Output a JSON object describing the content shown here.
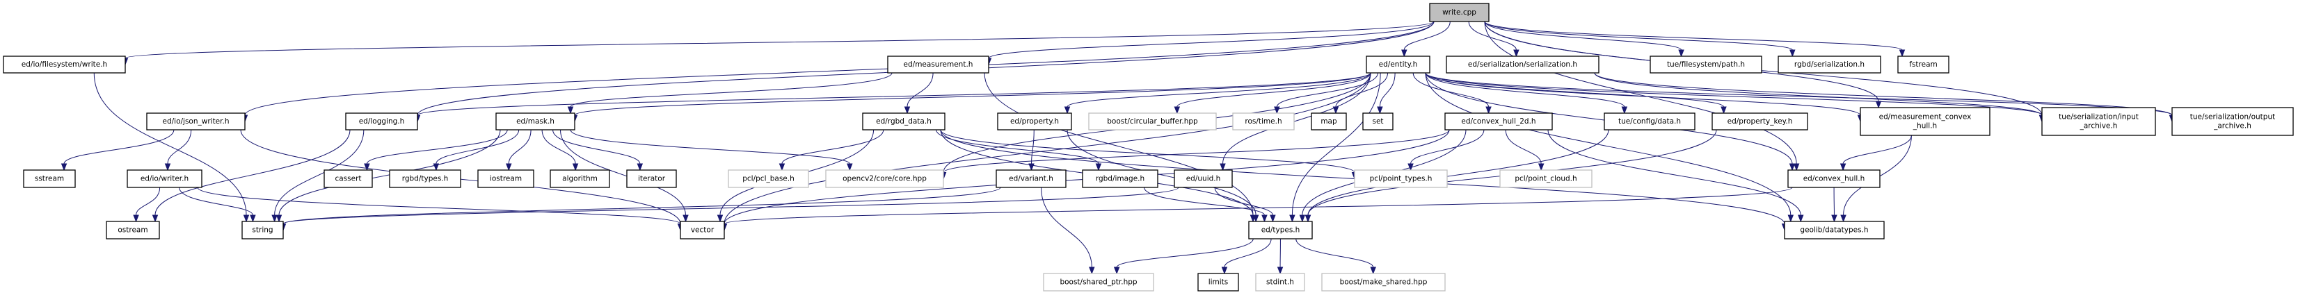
{
  "title": "write.cpp include dependency graph",
  "colors": {
    "edge": "#191970",
    "root_fill": "#bfbfbf",
    "local_border": "#000000",
    "external_border": "#bfbfbf"
  },
  "nodes": [
    {
      "id": "write_cpp",
      "label": "write.cpp",
      "kind": "root"
    },
    {
      "id": "fs_write",
      "label": "ed/io/filesystem/write.h",
      "kind": "local"
    },
    {
      "id": "measurement",
      "label": "ed/measurement.h",
      "kind": "local"
    },
    {
      "id": "entity",
      "label": "ed/entity.h",
      "kind": "local"
    },
    {
      "id": "ser_ser",
      "label": "ed/serialization/serialization.h",
      "kind": "local"
    },
    {
      "id": "tue_path",
      "label": "tue/filesystem/path.h",
      "kind": "local"
    },
    {
      "id": "rgbd_ser",
      "label": "rgbd/serialization.h",
      "kind": "local"
    },
    {
      "id": "fstream",
      "label": "fstream",
      "kind": "local"
    },
    {
      "id": "json_writer",
      "label": "ed/io/json_writer.h",
      "kind": "local"
    },
    {
      "id": "logging",
      "label": "ed/logging.h",
      "kind": "local"
    },
    {
      "id": "mask",
      "label": "ed/mask.h",
      "kind": "local"
    },
    {
      "id": "rgbd_data",
      "label": "ed/rgbd_data.h",
      "kind": "local"
    },
    {
      "id": "property",
      "label": "ed/property.h",
      "kind": "local"
    },
    {
      "id": "circ_buf",
      "label": "boost/circular_buffer.hpp",
      "kind": "external"
    },
    {
      "id": "ros_time",
      "label": "ros/time.h",
      "kind": "external"
    },
    {
      "id": "map",
      "label": "map",
      "kind": "local"
    },
    {
      "id": "set",
      "label": "set",
      "kind": "local"
    },
    {
      "id": "ch2d",
      "label": "ed/convex_hull_2d.h",
      "kind": "local"
    },
    {
      "id": "tue_config",
      "label": "tue/config/data.h",
      "kind": "local"
    },
    {
      "id": "prop_key",
      "label": "ed/property_key.h",
      "kind": "local"
    },
    {
      "id": "meas_ch",
      "label": "ed/measurement_convex\n_hull.h",
      "kind": "local"
    },
    {
      "id": "in_arch",
      "label": "tue/serialization/input\n_archive.h",
      "kind": "local"
    },
    {
      "id": "out_arch",
      "label": "tue/serialization/output\n_archive.h",
      "kind": "local"
    },
    {
      "id": "sstream",
      "label": "sstream",
      "kind": "local"
    },
    {
      "id": "io_writer",
      "label": "ed/io/writer.h",
      "kind": "local"
    },
    {
      "id": "cassert",
      "label": "cassert",
      "kind": "local"
    },
    {
      "id": "rgbd_types",
      "label": "rgbd/types.h",
      "kind": "local"
    },
    {
      "id": "iostream",
      "label": "iostream",
      "kind": "local"
    },
    {
      "id": "algorithm",
      "label": "algorithm",
      "kind": "local"
    },
    {
      "id": "iterator",
      "label": "iterator",
      "kind": "local"
    },
    {
      "id": "pcl_base",
      "label": "pcl/pcl_base.h",
      "kind": "external"
    },
    {
      "id": "opencv",
      "label": "opencv2/core/core.hpp",
      "kind": "external"
    },
    {
      "id": "variant",
      "label": "ed/variant.h",
      "kind": "local"
    },
    {
      "id": "rgbd_image",
      "label": "rgbd/image.h",
      "kind": "local"
    },
    {
      "id": "uuid",
      "label": "ed/uuid.h",
      "kind": "local"
    },
    {
      "id": "pcl_pt",
      "label": "pcl/point_types.h",
      "kind": "external"
    },
    {
      "id": "pcl_pc",
      "label": "pcl/point_cloud.h",
      "kind": "external"
    },
    {
      "id": "convex_hull",
      "label": "ed/convex_hull.h",
      "kind": "local"
    },
    {
      "id": "ostream",
      "label": "ostream",
      "kind": "local"
    },
    {
      "id": "string",
      "label": "string",
      "kind": "local"
    },
    {
      "id": "vector",
      "label": "vector",
      "kind": "local"
    },
    {
      "id": "types",
      "label": "ed/types.h",
      "kind": "local"
    },
    {
      "id": "geolib",
      "label": "geolib/datatypes.h",
      "kind": "local"
    },
    {
      "id": "shared_ptr",
      "label": "boost/shared_ptr.hpp",
      "kind": "external"
    },
    {
      "id": "limits",
      "label": "limits",
      "kind": "local"
    },
    {
      "id": "stdint",
      "label": "stdint.h",
      "kind": "external"
    },
    {
      "id": "make_shared",
      "label": "boost/make_shared.hpp",
      "kind": "external"
    }
  ],
  "edges": [
    [
      "write_cpp",
      "fs_write"
    ],
    [
      "write_cpp",
      "json_writer"
    ],
    [
      "write_cpp",
      "logging"
    ],
    [
      "write_cpp",
      "measurement"
    ],
    [
      "write_cpp",
      "entity"
    ],
    [
      "write_cpp",
      "ser_ser"
    ],
    [
      "write_cpp",
      "tue_path"
    ],
    [
      "write_cpp",
      "rgbd_ser"
    ],
    [
      "write_cpp",
      "fstream"
    ],
    [
      "write_cpp",
      "convex_hull"
    ],
    [
      "write_cpp",
      "meas_ch"
    ],
    [
      "write_cpp",
      "in_arch"
    ],
    [
      "fs_write",
      "string"
    ],
    [
      "json_writer",
      "sstream"
    ],
    [
      "json_writer",
      "io_writer"
    ],
    [
      "json_writer",
      "vector"
    ],
    [
      "io_writer",
      "ostream"
    ],
    [
      "io_writer",
      "string"
    ],
    [
      "io_writer",
      "vector"
    ],
    [
      "logging",
      "ostream"
    ],
    [
      "logging",
      "string"
    ],
    [
      "measurement",
      "mask"
    ],
    [
      "measurement",
      "rgbd_data"
    ],
    [
      "measurement",
      "types"
    ],
    [
      "mask",
      "cassert"
    ],
    [
      "mask",
      "rgbd_types"
    ],
    [
      "mask",
      "iostream"
    ],
    [
      "mask",
      "algorithm"
    ],
    [
      "mask",
      "iterator"
    ],
    [
      "mask",
      "opencv"
    ],
    [
      "mask",
      "vector"
    ],
    [
      "mask",
      "string"
    ],
    [
      "rgbd_data",
      "pcl_base"
    ],
    [
      "rgbd_data",
      "vector"
    ],
    [
      "rgbd_data",
      "rgbd_image"
    ],
    [
      "rgbd_data",
      "pcl_pt"
    ],
    [
      "rgbd_data",
      "types"
    ],
    [
      "rgbd_data",
      "geolib"
    ],
    [
      "entity",
      "logging"
    ],
    [
      "entity",
      "property"
    ],
    [
      "entity",
      "circ_buf"
    ],
    [
      "entity",
      "ros_time"
    ],
    [
      "entity",
      "map"
    ],
    [
      "entity",
      "set"
    ],
    [
      "entity",
      "ch2d"
    ],
    [
      "entity",
      "tue_config"
    ],
    [
      "entity",
      "prop_key"
    ],
    [
      "entity",
      "meas_ch"
    ],
    [
      "entity",
      "in_arch"
    ],
    [
      "entity",
      "out_arch"
    ],
    [
      "entity",
      "vector"
    ],
    [
      "entity",
      "uuid"
    ],
    [
      "entity",
      "types"
    ],
    [
      "entity",
      "geolib"
    ],
    [
      "entity",
      "convex_hull"
    ],
    [
      "entity",
      "mask"
    ],
    [
      "entity",
      "opencv"
    ],
    [
      "property",
      "variant"
    ],
    [
      "property",
      "types"
    ],
    [
      "variant",
      "string"
    ],
    [
      "variant",
      "shared_ptr"
    ],
    [
      "uuid",
      "string"
    ],
    [
      "uuid",
      "types"
    ],
    [
      "rgbd_image",
      "types"
    ],
    [
      "ch2d",
      "opencv"
    ],
    [
      "ch2d",
      "pcl_pt"
    ],
    [
      "ch2d",
      "pcl_pc"
    ],
    [
      "ch2d",
      "vector"
    ],
    [
      "ch2d",
      "geolib"
    ],
    [
      "ch2d",
      "types"
    ],
    [
      "tue_config",
      "types"
    ],
    [
      "prop_key",
      "types"
    ],
    [
      "meas_ch",
      "convex_hull"
    ],
    [
      "meas_ch",
      "geolib"
    ],
    [
      "convex_hull",
      "geolib"
    ],
    [
      "convex_hull",
      "vector"
    ],
    [
      "types",
      "shared_ptr"
    ],
    [
      "types",
      "limits"
    ],
    [
      "types",
      "stdint"
    ],
    [
      "types",
      "make_shared"
    ],
    [
      "ser_ser",
      "in_arch"
    ],
    [
      "ser_ser",
      "out_arch"
    ]
  ]
}
